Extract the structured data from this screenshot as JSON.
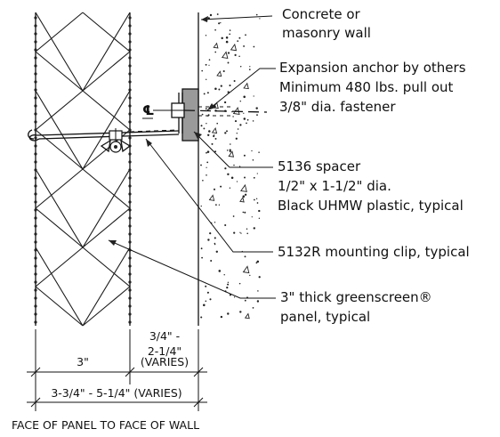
{
  "labels": {
    "concrete_wall_1": "Concrete or",
    "concrete_wall_2": "masonry wall",
    "anchor_1": "Expansion anchor by others",
    "anchor_2": "Minimum 480 lbs. pull out",
    "anchor_3": "3/8\" dia. fastener",
    "spacer_1": "5136 spacer",
    "spacer_2": "1/2\" x 1-1/2\" dia.",
    "spacer_3": "Black UHMW plastic, typical",
    "clip": "5132R mounting clip, typical",
    "panel_1": "3\" thick greenscreen®",
    "panel_2": "panel, typical",
    "centerline": "CL"
  },
  "dimensions": {
    "panel_width": "3\"",
    "gap_1": "3/4\" -",
    "gap_2": "2-1/4\"",
    "gap_3": "(VARIES)",
    "total": "3-3/4\" - 5-1/4\" (VARIES)",
    "caption": "FACE OF PANEL TO FACE OF WALL"
  }
}
